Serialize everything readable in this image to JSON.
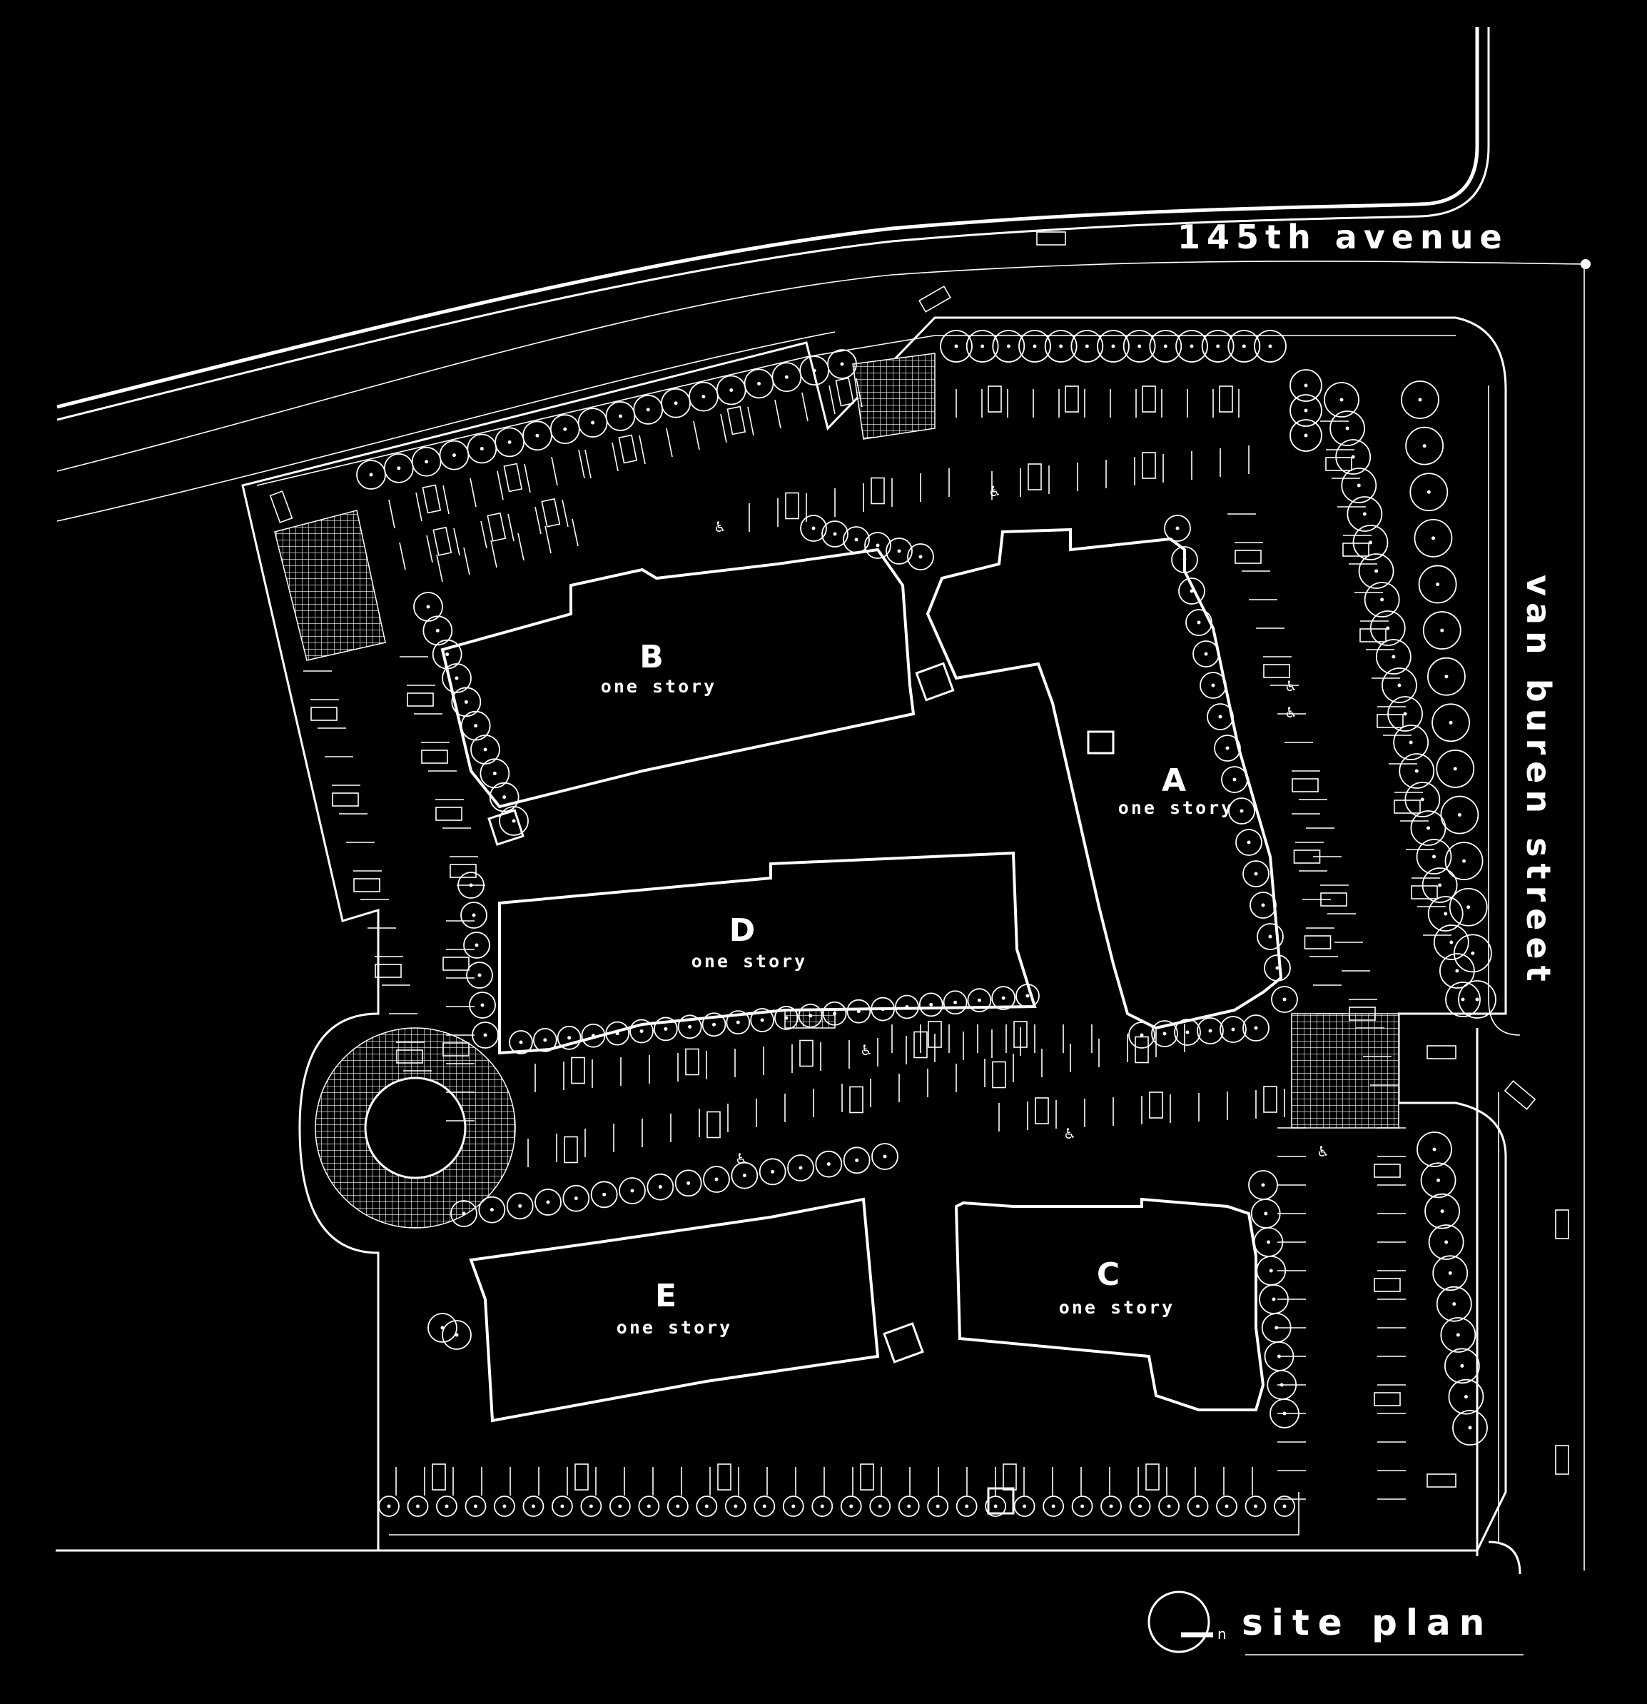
{
  "streets": {
    "north": "145th avenue",
    "east": "van buren street"
  },
  "buildings": [
    {
      "id": "A",
      "letter": "A",
      "label": "one story"
    },
    {
      "id": "B",
      "letter": "B",
      "label": "one story"
    },
    {
      "id": "C",
      "letter": "C",
      "label": "one story"
    },
    {
      "id": "D",
      "letter": "D",
      "label": "one story"
    },
    {
      "id": "E",
      "letter": "E",
      "label": "one story"
    }
  ],
  "title": "site plan",
  "north_arrow": {
    "label": "n"
  },
  "colors": {
    "background": "#000000",
    "linework": "#ffffff"
  },
  "icons": [
    "north-arrow-icon",
    "accessible-parking-icon",
    "tree-icon",
    "car-icon"
  ]
}
